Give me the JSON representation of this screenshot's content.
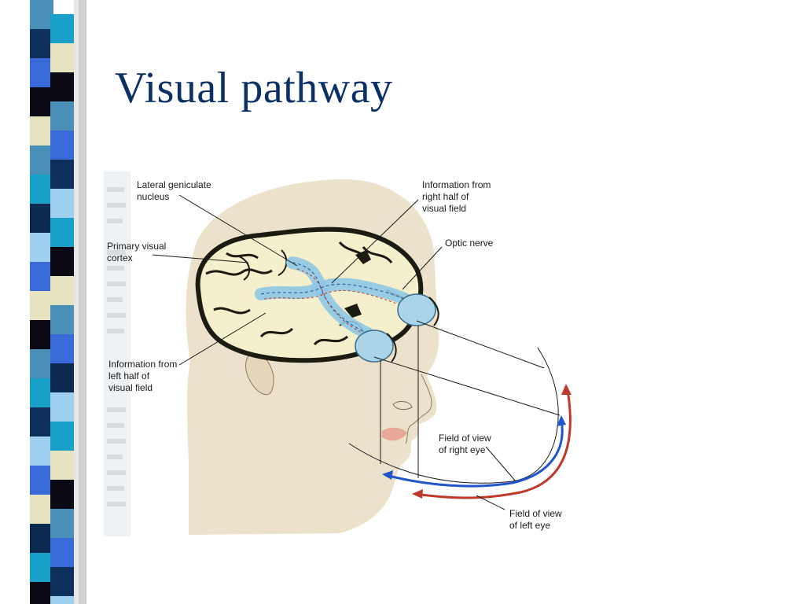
{
  "slide": {
    "title": "Visual pathway"
  },
  "diagram": {
    "labels": {
      "lgn": "Lateral geniculate\nnucleus",
      "primary_cortex": "Primary visual\ncortex",
      "info_right": "Information from\nright half of\nvisual field",
      "optic_nerve": "Optic nerve",
      "info_left": "Information from\nleft half of\nvisual field",
      "fov_right": "Field of view\nof right eye",
      "fov_left": "Field of view\nof left eye"
    },
    "colors": {
      "title": "#0b2f66",
      "right_field_arrow": "#2255cc",
      "left_field_arrow": "#c0392b",
      "pathway": "#8fc6e6",
      "skin": "#eadfc6",
      "brain": "#f4efcc",
      "sulci": "#1b1b12"
    }
  }
}
